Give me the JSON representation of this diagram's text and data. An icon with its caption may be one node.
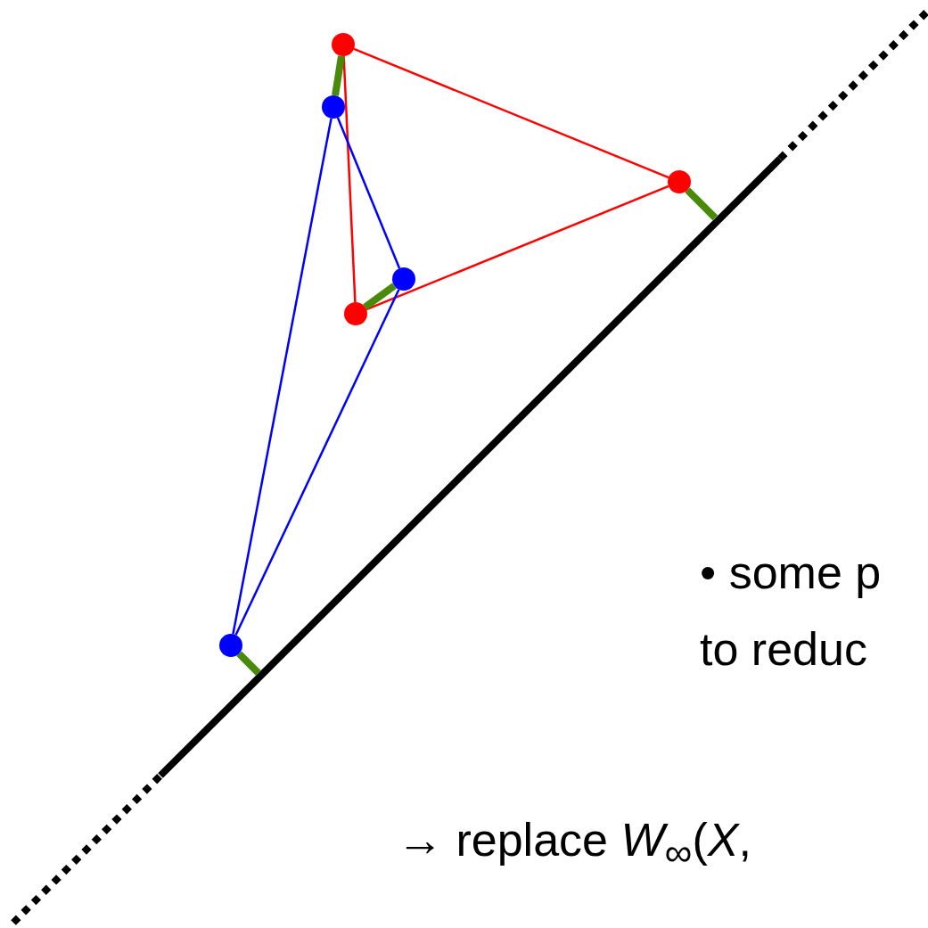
{
  "diagram": {
    "nodes": [
      {
        "text": [],
        "shape": "circle"
      },
      {
        "text": [],
        "shape": "circle"
      },
      {
        "text": [],
        "shape": "circle"
      },
      {
        "text": [],
        "shape": "circle"
      },
      {
        "text": [],
        "shape": "circle"
      },
      {
        "text": [],
        "shape": "circle"
      }
    ],
    "edges": [
      {
        "from": 0,
        "to": 2,
        "arrow": "none",
        "color": "#ff0000"
      },
      {
        "from": 2,
        "to": 3,
        "arrow": "none",
        "color": "#ff0000"
      },
      {
        "from": 3,
        "to": 0,
        "arrow": "none",
        "color": "#ff0000"
      },
      {
        "from": 1,
        "to": 4,
        "arrow": "none",
        "color": "#0000ff"
      },
      {
        "from": 4,
        "to": 5,
        "arrow": "none",
        "color": "#0000ff"
      },
      {
        "from": 5,
        "to": 1,
        "arrow": "none",
        "color": "#0000ff"
      },
      {
        "from": 0,
        "to": 1,
        "arrow": "none",
        "style": "thick",
        "color": "#4a8a0a"
      },
      {
        "from": 3,
        "to": 4,
        "arrow": "none",
        "style": "thick",
        "color": "#4a8a0a"
      },
      {
        "from": 2,
        "to": null,
        "arrow": "none",
        "style": "thick",
        "color": "#4a8a0a"
      },
      {
        "from": 5,
        "to": null,
        "arrow": "none",
        "style": "thick",
        "color": "#4a8a0a"
      }
    ],
    "labels": [
      "• some p",
      "to reduc",
      "→ replace *W*$_{∞}$(*X*,"
    ]
  }
}
